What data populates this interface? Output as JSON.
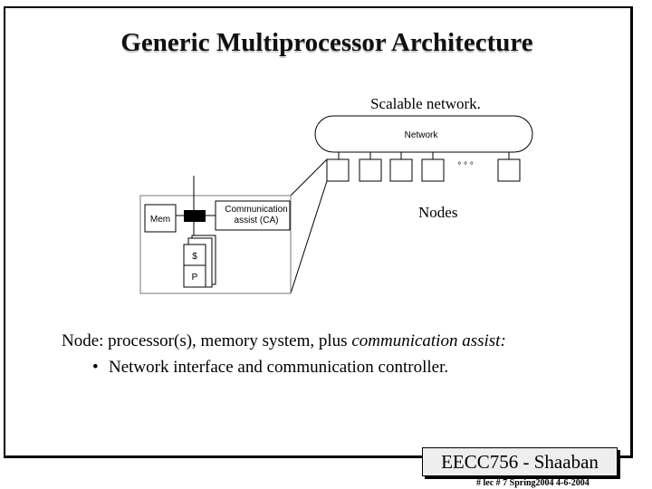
{
  "title": "Generic Multiprocessor Architecture",
  "diagram": {
    "scalable_label": "Scalable network.",
    "network_label": "Network",
    "ellipsis": "° ° °",
    "nodes_label": "Nodes",
    "mem_label": "Mem",
    "ca_label_line1": "Communication",
    "ca_label_line2": "assist (CA)",
    "cache_label": "$",
    "proc_label": "P"
  },
  "body": {
    "node_prefix": "Node: processor(s), memory system, plus ",
    "node_emphasis": "communication assist:",
    "bullet": "•",
    "bullet_text": "Network interface and communication controller."
  },
  "footer": {
    "author": "EECC756 - Shaaban",
    "small": "#  lec # 7   Spring2004  4-6-2004"
  }
}
